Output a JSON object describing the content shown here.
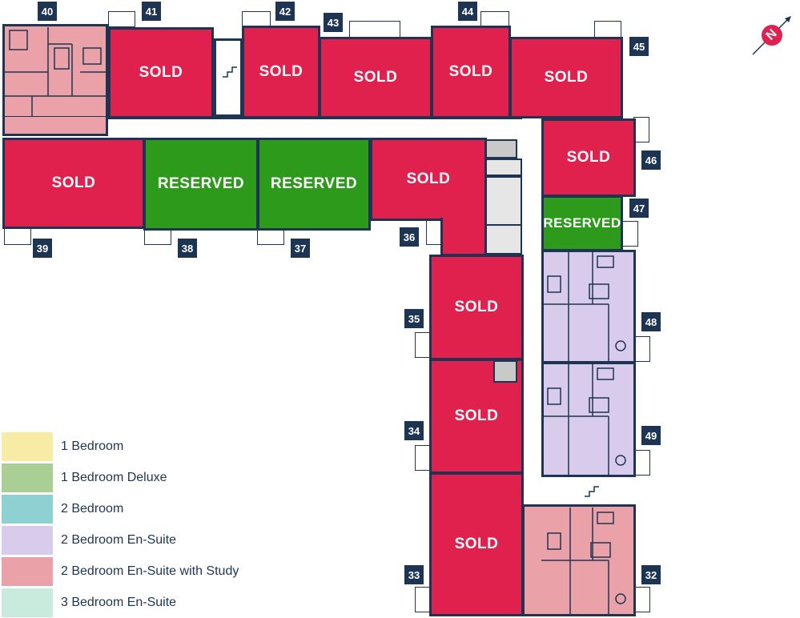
{
  "status_labels": {
    "sold": "SOLD",
    "reserved": "RESERVED"
  },
  "units": {
    "u32": "32",
    "u33": "33",
    "u34": "34",
    "u35": "35",
    "u36": "36",
    "u37": "37",
    "u38": "38",
    "u39": "39",
    "u40": "40",
    "u41": "41",
    "u42": "42",
    "u43": "43",
    "u44": "44",
    "u45": "45",
    "u46": "46",
    "u47": "47",
    "u48": "48",
    "u49": "49"
  },
  "compass": {
    "label": "N",
    "icon": "north-compass-icon",
    "color": "#e0214e"
  },
  "legend": [
    {
      "label": "1 Bedroom",
      "color": "#f7eba6"
    },
    {
      "label": "1 Bedroom Deluxe",
      "color": "#a9cf95"
    },
    {
      "label": "2 Bedroom",
      "color": "#8fd0d3"
    },
    {
      "label": "2 Bedroom En-Suite",
      "color": "#d8cbeb"
    },
    {
      "label": "2 Bedroom En-Suite with Study",
      "color": "#eaa2a8"
    },
    {
      "label": "3 Bedroom En-Suite",
      "color": "#c8ebdd"
    }
  ],
  "colors": {
    "sold": "#e0214e",
    "reserved": "#2e9a1c",
    "wall": "#1d3553"
  }
}
